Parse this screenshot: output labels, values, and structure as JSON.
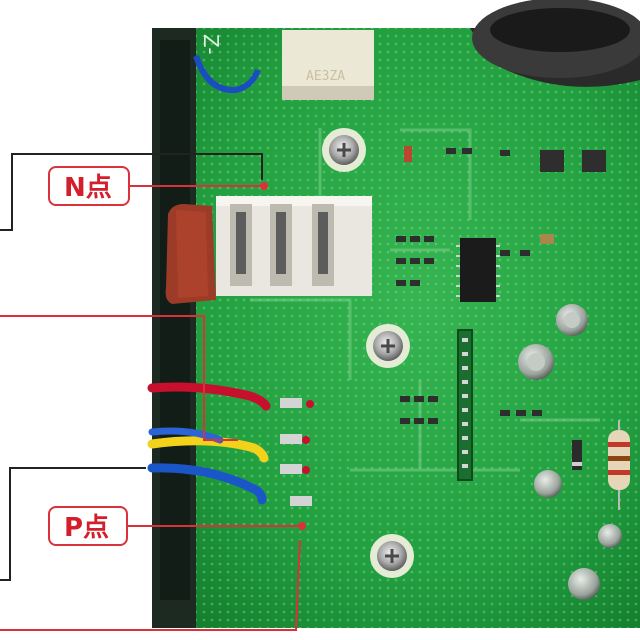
{
  "annotations": {
    "n_point_label": "N点",
    "p_point_label": "P点"
  },
  "board": {
    "silkscreen_code": "AE3ZA",
    "connector_label": "Z-"
  },
  "colors": {
    "pcb_green": "#1f9e3c",
    "callout_red": "#d9323a",
    "wire_red": "#c8102e",
    "wire_yellow": "#f2d21a",
    "wire_blue": "#1a56c8"
  }
}
